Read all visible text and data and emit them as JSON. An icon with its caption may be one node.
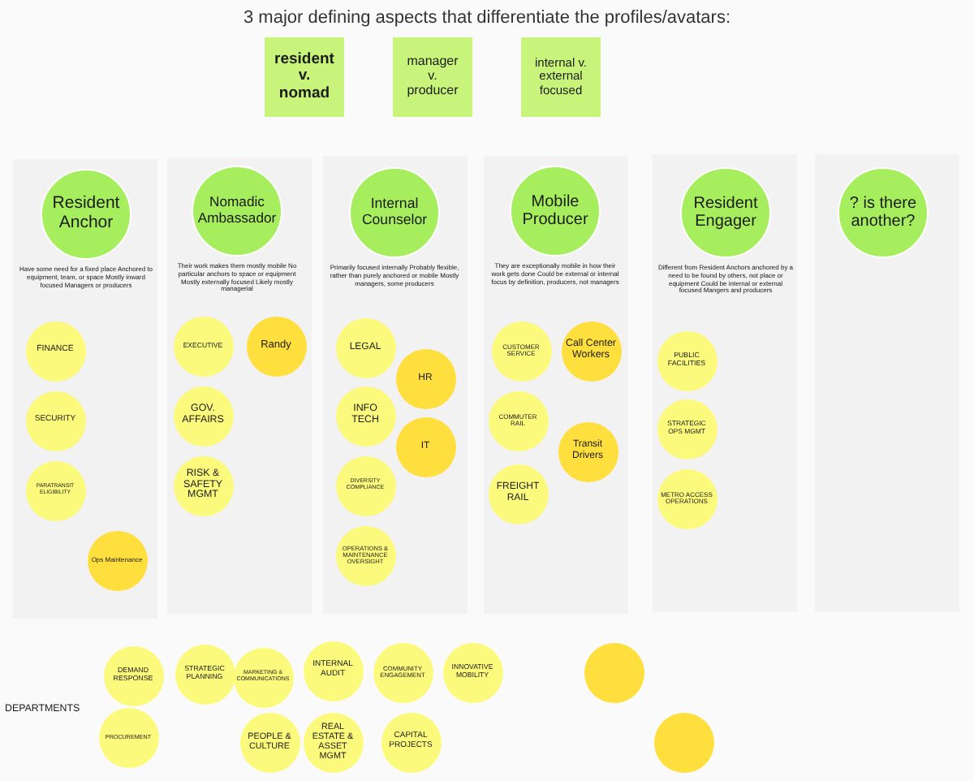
{
  "diagram": {
    "title": "3 major defining aspects that differentiate the profiles/avatars:",
    "nodes": [
      {
        "text": [
          "resident v. nomad"
        ]
      },
      {
        "text": [
          "manager v. producer"
        ]
      },
      {
        "text": [
          "internal v. external focused"
        ]
      },
      {
        "text": [],
        "shape": "box"
      },
      {
        "text": [
          "Resident Anchor"
        ],
        "in": 3,
        "beside": [
          "Have some need for a fixed place Anchored to equipment, team, or space Mostly inward focused Managers or producers"
        ]
      },
      {
        "text": [
          "FINANCE"
        ],
        "in": 3
      },
      {
        "text": [
          "SECURITY"
        ],
        "in": 3
      },
      {
        "text": [
          "PARATRANSIT ELIGIBILITY"
        ],
        "in": 3
      },
      {
        "text": [
          "Ops Maintenance"
        ],
        "in": 3
      },
      {
        "text": [],
        "shape": "box"
      },
      {
        "text": [
          "Nomadic Ambassador"
        ],
        "in": 9,
        "beside": [
          "Their work makes them mostly mobile No particular anchors to space or equipment Mostly externally focused Likely mostly managerial"
        ]
      },
      {
        "text": [
          "EXECUTIVE"
        ],
        "in": 9
      },
      {
        "text": [
          "Randy"
        ],
        "in": 9
      },
      {
        "text": [
          "GOV. AFFAIRS"
        ],
        "in": 9
      },
      {
        "text": [
          "RISK & SAFETY MGMT"
        ],
        "in": 9
      },
      {
        "text": [],
        "shape": "box"
      },
      {
        "text": [
          "Internal Counselor"
        ],
        "in": 15,
        "beside": [
          "Primarily focused internally Probably flexible, rather than purely anchored or mobile Mostly managers, some producers"
        ]
      },
      {
        "text": [
          "LEGAL"
        ],
        "in": 15
      },
      {
        "text": [
          "HR"
        ],
        "in": 15
      },
      {
        "text": [
          "INFO TECH"
        ],
        "in": 15
      },
      {
        "text": [
          "IT"
        ],
        "in": 15
      },
      {
        "text": [
          "DIVERSITY COMPLIANCE"
        ],
        "in": 15
      },
      {
        "text": [
          "OPERATIONS & MAINTENANCE OVERSIGHT"
        ],
        "in": 15
      },
      {
        "text": [],
        "shape": "box"
      },
      {
        "text": [
          "Mobile Producer"
        ],
        "in": 23,
        "beside": [
          "They are exceptionally mobile in how their work gets done Could be external or internal focus by definition, producers, not managers"
        ]
      },
      {
        "text": [
          "CUSTOMER SERVICE"
        ],
        "in": 23
      },
      {
        "text": [
          "Call Center Workers"
        ],
        "in": 23
      },
      {
        "text": [
          "COMMUTER RAIL"
        ],
        "in": 23
      },
      {
        "text": [
          "Transit Drivers"
        ],
        "in": 23
      },
      {
        "text": [
          "FREIGHT RAIL"
        ],
        "in": 23
      },
      {
        "text": [],
        "shape": "box"
      },
      {
        "text": [
          "Resident Engager"
        ],
        "in": 30,
        "beside": [
          "Different from Resident Anchors anchored by a need to be found by others, not place or equipment Could be internal or external focused Mangers and producers"
        ]
      },
      {
        "text": [
          "PUBLIC FACILITIES"
        ],
        "in": 30
      },
      {
        "text": [
          "STRATEGIC OPS MGMT"
        ],
        "in": 30
      },
      {
        "text": [
          "METRO ACCESS OPERATIONS"
        ],
        "in": 30
      },
      {
        "text": [],
        "shape": "box"
      },
      {
        "text": [
          "? is there another?"
        ],
        "in": 35
      },
      {
        "text": [
          "DEMAND RESPONSE"
        ]
      },
      {
        "text": [
          "STRATEGIC PLANNING"
        ]
      },
      {
        "text": [
          "MARKETING & COMMUNICATIONS"
        ]
      },
      {
        "text": [
          "INTERNAL AUDIT"
        ]
      },
      {
        "text": [
          "COMMUNITY ENGAGEMENT"
        ]
      },
      {
        "text": [
          "INNOVATIVE MOBILITY"
        ]
      },
      {
        "text": [],
        "shape": "circle"
      },
      {
        "text": [
          "PROCUREMENT"
        ]
      },
      {
        "text": [
          "PEOPLE & CULTURE"
        ]
      },
      {
        "text": [
          "REAL ESTATE & ASSET MGMT"
        ]
      },
      {
        "text": [
          "CAPITAL PROJECTS"
        ]
      },
      {
        "text": [],
        "shape": "circle"
      }
    ],
    "labels": [
      "DEPARTMENTS"
    ]
  }
}
